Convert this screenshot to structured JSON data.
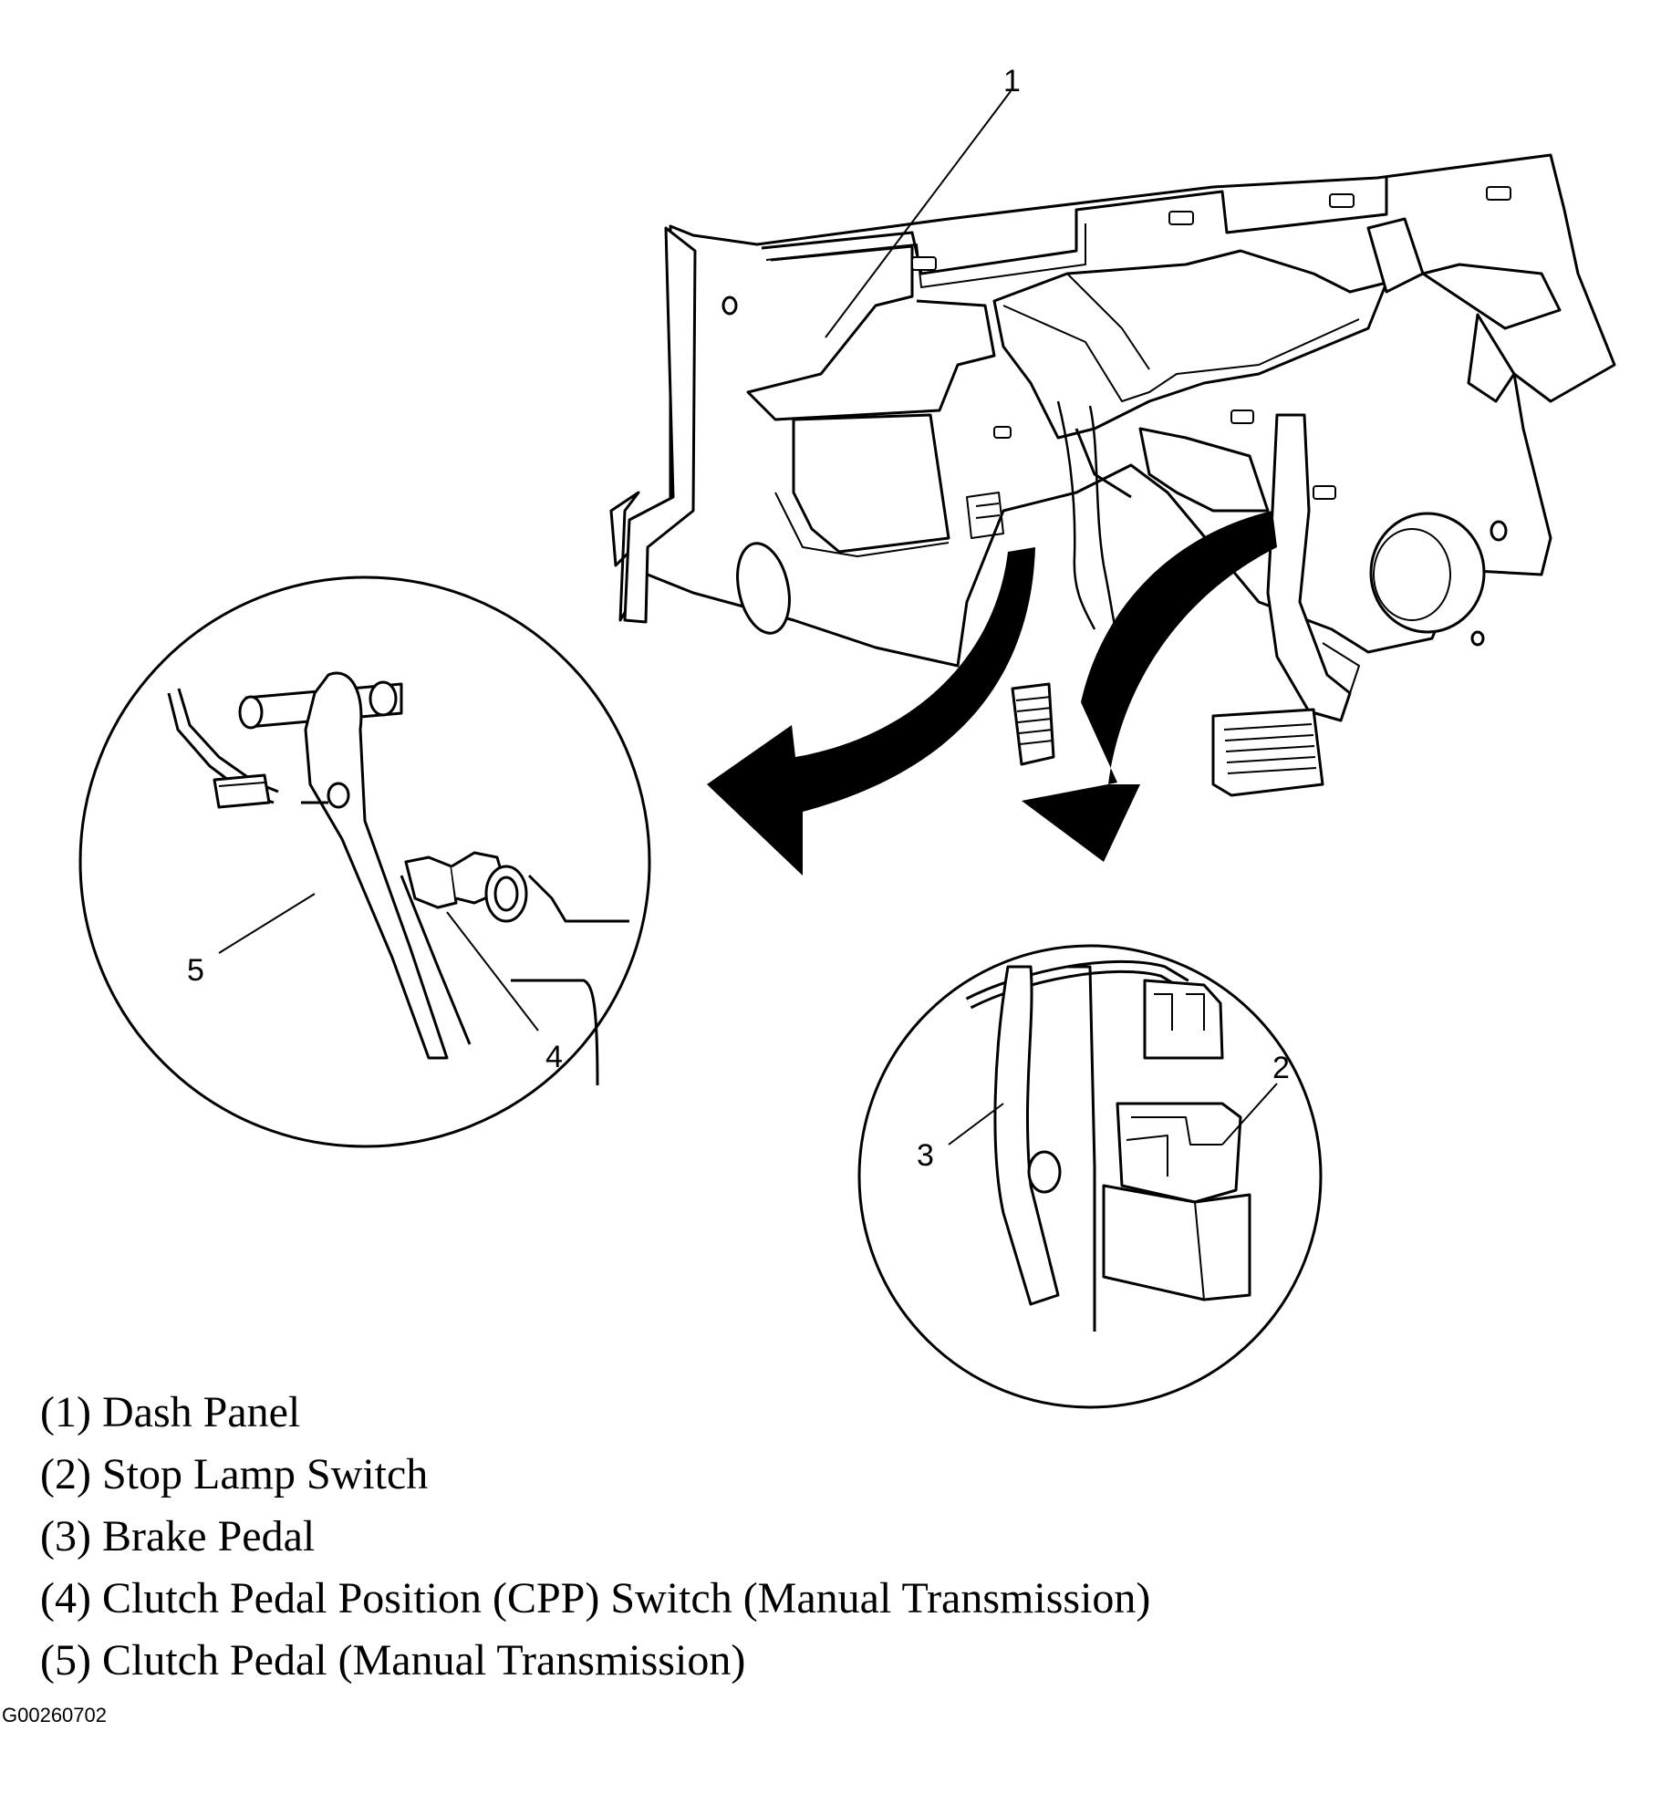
{
  "callouts": {
    "c1": "1",
    "c2": "2",
    "c3": "3",
    "c4": "4",
    "c5": "5"
  },
  "legend": [
    "(1) Dash Panel",
    "(2) Stop Lamp Switch",
    "(3) Brake Pedal",
    "(4) Clutch Pedal Position (CPP) Switch (Manual Transmission)",
    "(5) Clutch Pedal (Manual Transmission)"
  ],
  "figure_code": "G00260702",
  "colors": {
    "ink": "#000000",
    "paper": "#ffffff"
  },
  "icons": [
    "dash-panel-drawing",
    "clutch-pedal-detail-drawing",
    "brake-pedal-detail-drawing",
    "direction-arrow"
  ]
}
